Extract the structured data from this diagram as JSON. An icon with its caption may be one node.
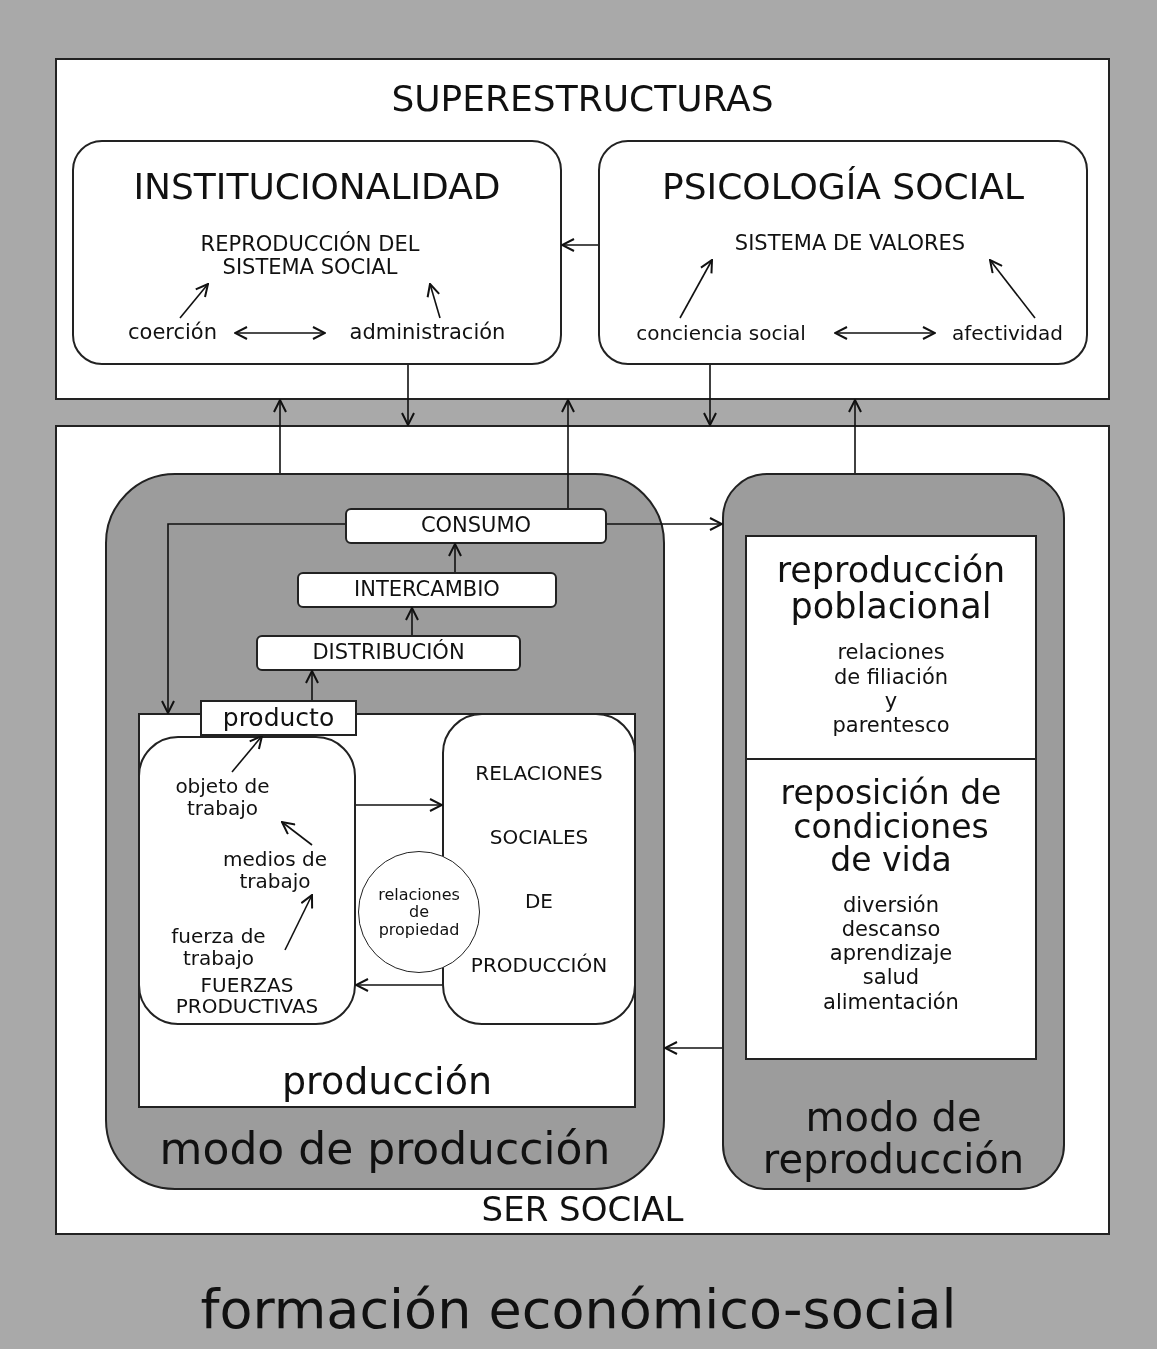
{
  "diagram": {
    "nodes": [
      {
        "text": [
          "formación económico-social"
        ]
      },
      {
        "text": [
          "SUPERESTRUCTURAS"
        ],
        "in": 0
      },
      {
        "text": [
          "INSTITUCIONALIDAD"
        ],
        "in": 1
      },
      {
        "text": [
          "REPRODUCCIÓN DEL SISTEMA SOCIAL"
        ],
        "in": 2
      },
      {
        "text": [
          "coerción"
        ],
        "in": 2
      },
      {
        "text": [
          "administración"
        ],
        "in": 2
      },
      {
        "text": [
          "PSICOLOGÍA SOCIAL"
        ],
        "in": 1
      },
      {
        "text": [
          "SISTEMA DE VALORES"
        ],
        "in": 6
      },
      {
        "text": [
          "conciencia social"
        ],
        "in": 6
      },
      {
        "text": [
          "afectividad"
        ],
        "in": 6
      },
      {
        "text": [
          "SER SOCIAL"
        ],
        "in": 0
      },
      {
        "text": [
          "modo de producción"
        ],
        "in": 10
      },
      {
        "text": [
          "CONSUMO"
        ],
        "in": 11
      },
      {
        "text": [
          "INTERCAMBIO"
        ],
        "in": 11
      },
      {
        "text": [
          "DISTRIBUCIÓN"
        ],
        "in": 11
      },
      {
        "text": [
          "producción"
        ],
        "in": 11
      },
      {
        "text": [
          "producto"
        ],
        "in": 15
      },
      {
        "text": [
          "FUERZAS PRODUCTIVAS"
        ],
        "in": 15
      },
      {
        "text": [
          "objeto de trabajo"
        ],
        "in": 17
      },
      {
        "text": [
          "medios de trabajo"
        ],
        "in": 17
      },
      {
        "text": [
          "fuerza de trabajo"
        ],
        "in": 17
      },
      {
        "text": [
          "RELACIONES SOCIALES DE PRODUCCIÓN"
        ],
        "in": 15
      },
      {
        "text": [
          "relaciones de propiedad"
        ],
        "in": 15
      },
      {
        "text": [
          "modo de reproducción"
        ],
        "in": 10
      },
      {
        "text": [
          "reproducción poblacional",
          "relaciones de filiación y parentesco"
        ],
        "in": 23
      },
      {
        "text": [
          "reposición de condiciones de vida",
          "diversión descanso aprendizaje salud alimentación"
        ],
        "in": 23
      }
    ],
    "edges": [
      {
        "from": 6,
        "to": 2,
        "arrow": "to"
      },
      {
        "from": 4,
        "to": 3,
        "arrow": "to"
      },
      {
        "from": 5,
        "to": 3,
        "arrow": "to"
      },
      {
        "from": 4,
        "to": 5,
        "arrow": "both"
      },
      {
        "from": 8,
        "to": 7,
        "arrow": "to"
      },
      {
        "from": 9,
        "to": 7,
        "arrow": "to"
      },
      {
        "from": 8,
        "to": 9,
        "arrow": "both"
      },
      {
        "from": 2,
        "to": 10,
        "arrow": "to"
      },
      {
        "from": 6,
        "to": 10,
        "arrow": "to"
      },
      {
        "from": 11,
        "to": 1,
        "arrow": "to"
      },
      {
        "from": 12,
        "to": 1,
        "arrow": "to"
      },
      {
        "from": 23,
        "to": 1,
        "arrow": "to"
      },
      {
        "from": 12,
        "to": 23,
        "arrow": "to"
      },
      {
        "from": 12,
        "to": 15,
        "arrow": "to"
      },
      {
        "from": 13,
        "to": 12,
        "arrow": "to"
      },
      {
        "from": 14,
        "to": 13,
        "arrow": "to"
      },
      {
        "from": 16,
        "to": 14,
        "arrow": "to"
      },
      {
        "from": 18,
        "to": 16,
        "arrow": "to"
      },
      {
        "from": 19,
        "to": 18,
        "arrow": "to"
      },
      {
        "from": 20,
        "to": 19,
        "arrow": "to"
      },
      {
        "from": 17,
        "to": 21,
        "arrow": "to"
      },
      {
        "from": 21,
        "to": 17,
        "arrow": "to"
      },
      {
        "from": 23,
        "to": 11,
        "arrow": "to"
      }
    ]
  }
}
